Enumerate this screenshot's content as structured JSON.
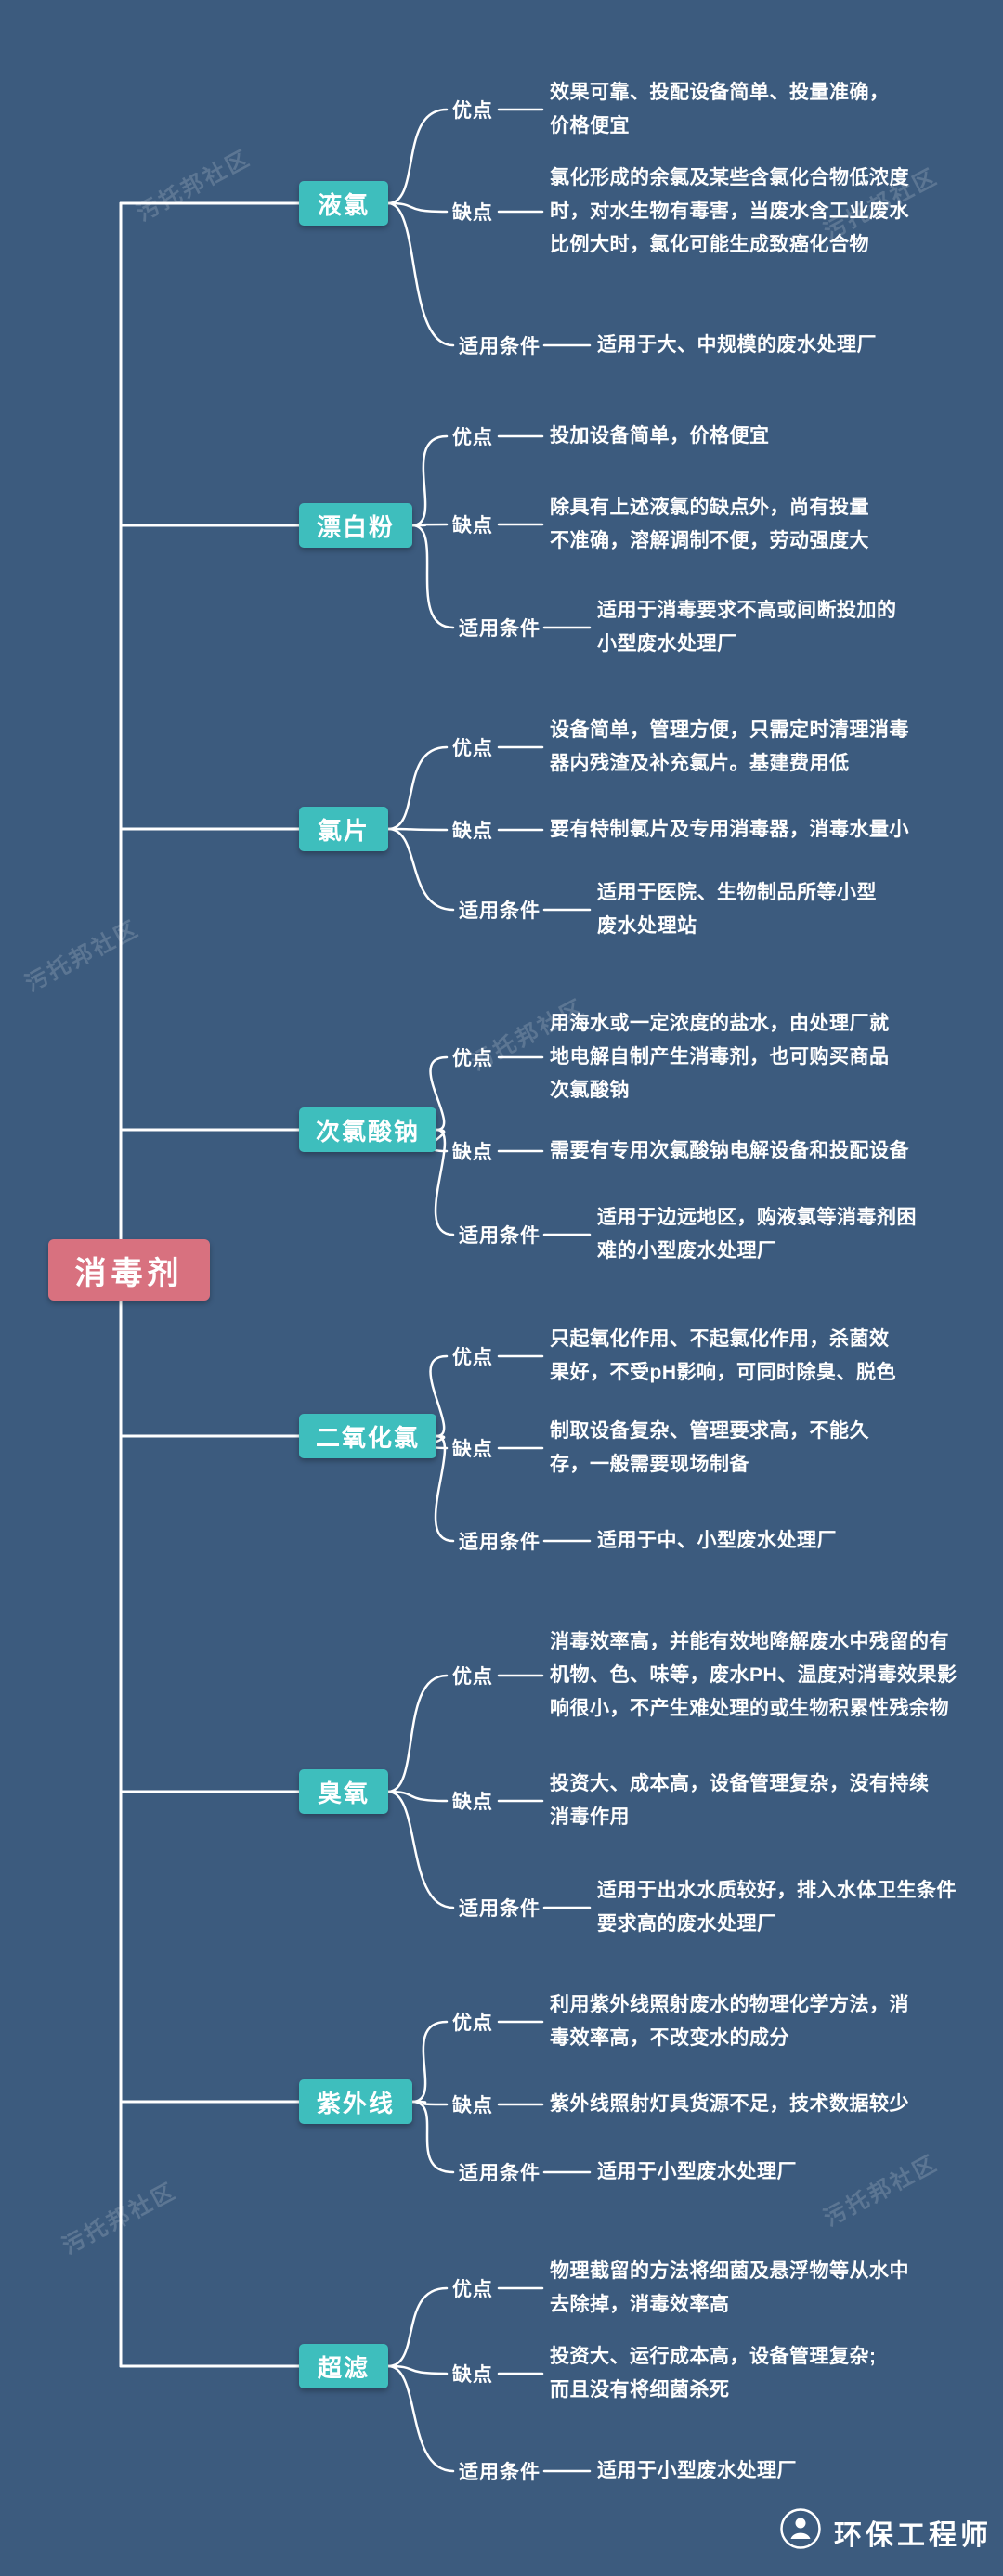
{
  "root": {
    "label": "消毒剂"
  },
  "watermark": {
    "text": "污托邦社区"
  },
  "footer": {
    "brand": "环保工程师"
  },
  "colors": {
    "background": "#3C5B7E",
    "branch_node": "#3EBEBD",
    "root_node": "#D8717F",
    "line": "#FFFFFF",
    "text": "#FFFFFF"
  },
  "branches": [
    {
      "label": "液氯",
      "rows": [
        {
          "label": "优点",
          "text": "效果可靠、投配设备简单、投量准确，\n价格便宜"
        },
        {
          "label": "缺点",
          "text": "氯化形成的余氯及某些含氯化合物低浓度\n时，对水生物有毒害，当废水含工业废水\n比例大时，氯化可能生成致癌化合物"
        },
        {
          "label": "适用条件",
          "text": "适用于大、中规模的废水处理厂"
        }
      ]
    },
    {
      "label": "漂白粉",
      "rows": [
        {
          "label": "优点",
          "text": "投加设备简单，价格便宜"
        },
        {
          "label": "缺点",
          "text": "除具有上述液氯的缺点外，尚有投量\n不准确，溶解调制不便，劳动强度大"
        },
        {
          "label": "适用条件",
          "text": "适用于消毒要求不高或间断投加的\n小型废水处理厂"
        }
      ]
    },
    {
      "label": "氯片",
      "rows": [
        {
          "label": "优点",
          "text": "设备简单，管理方便，只需定时清理消毒\n器内残渣及补充氯片。基建费用低"
        },
        {
          "label": "缺点",
          "text": "要有特制氯片及专用消毒器，消毒水量小"
        },
        {
          "label": "适用条件",
          "text": "适用于医院、生物制品所等小型\n废水处理站"
        }
      ]
    },
    {
      "label": "次氯酸钠",
      "rows": [
        {
          "label": "优点",
          "text": "用海水或一定浓度的盐水，由处理厂就\n地电解自制产生消毒剂，也可购买商品\n次氯酸钠"
        },
        {
          "label": "缺点",
          "text": "需要有专用次氯酸钠电解设备和投配设备"
        },
        {
          "label": "适用条件",
          "text": "适用于边远地区，购液氯等消毒剂困\n难的小型废水处理厂"
        }
      ]
    },
    {
      "label": "二氧化氯",
      "rows": [
        {
          "label": "优点",
          "text": "只起氧化作用、不起氯化作用，杀菌效\n果好，不受pH影响，可同时除臭、脱色"
        },
        {
          "label": "缺点",
          "text": "制取设备复杂、管理要求高，不能久\n存，一般需要现场制备"
        },
        {
          "label": "适用条件",
          "text": "适用于中、小型废水处理厂"
        }
      ]
    },
    {
      "label": "臭氧",
      "rows": [
        {
          "label": "优点",
          "text": "消毒效率高，并能有效地降解废水中残留的有\n机物、色、味等，废水PH、温度对消毒效果影\n响很小，不产生难处理的或生物积累性残余物"
        },
        {
          "label": "缺点",
          "text": "投资大、成本高，设备管理复杂，没有持续\n消毒作用"
        },
        {
          "label": "适用条件",
          "text": "适用于出水水质较好，排入水体卫生条件\n要求高的废水处理厂"
        }
      ]
    },
    {
      "label": "紫外线",
      "rows": [
        {
          "label": "优点",
          "text": "利用紫外线照射废水的物理化学方法，消\n毒效率高，不改变水的成分"
        },
        {
          "label": "缺点",
          "text": "紫外线照射灯具货源不足，技术数据较少"
        },
        {
          "label": "适用条件",
          "text": "适用于小型废水处理厂"
        }
      ]
    },
    {
      "label": "超滤",
      "rows": [
        {
          "label": "优点",
          "text": "物理截留的方法将细菌及悬浮物等从水中\n去除掉，消毒效率高"
        },
        {
          "label": "缺点",
          "text": "投资大、运行成本高，设备管理复杂;\n而且没有将细菌杀死"
        },
        {
          "label": "适用条件",
          "text": "适用于小型废水处理厂"
        }
      ]
    }
  ]
}
